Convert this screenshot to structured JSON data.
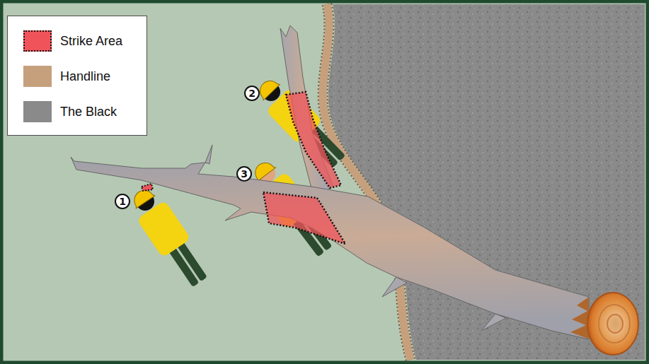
{
  "diagram": {
    "nodes": [
      {
        "text": [
          "1"
        ]
      },
      {
        "text": [
          "2"
        ]
      },
      {
        "text": [
          "3"
        ]
      }
    ],
    "legend": [
      {
        "text": "Strike Area",
        "color": "#f0545a"
      },
      {
        "text": "Handline",
        "color": "#c6a07c"
      },
      {
        "text": "The Black",
        "color": "#8a8a8a"
      }
    ]
  }
}
